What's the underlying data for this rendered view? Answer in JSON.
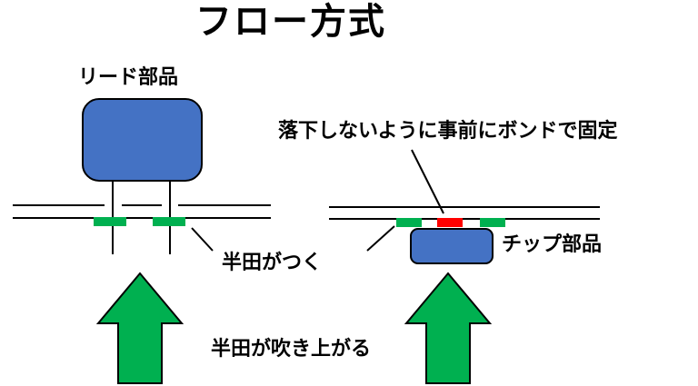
{
  "title": "フロー方式",
  "labels": {
    "lead_component": "リード部品",
    "chip_component": "チップ部品",
    "bond_note": "落下しないように事前にボンドで固定",
    "solder_attaches": "半田がつく",
    "solder_blows_up": "半田が吹き上がる"
  },
  "colors": {
    "component_fill": "#4472c4",
    "outline": "#000000",
    "solder": "#00b050",
    "bond": "#ff0000",
    "arrow": "#00b050"
  }
}
